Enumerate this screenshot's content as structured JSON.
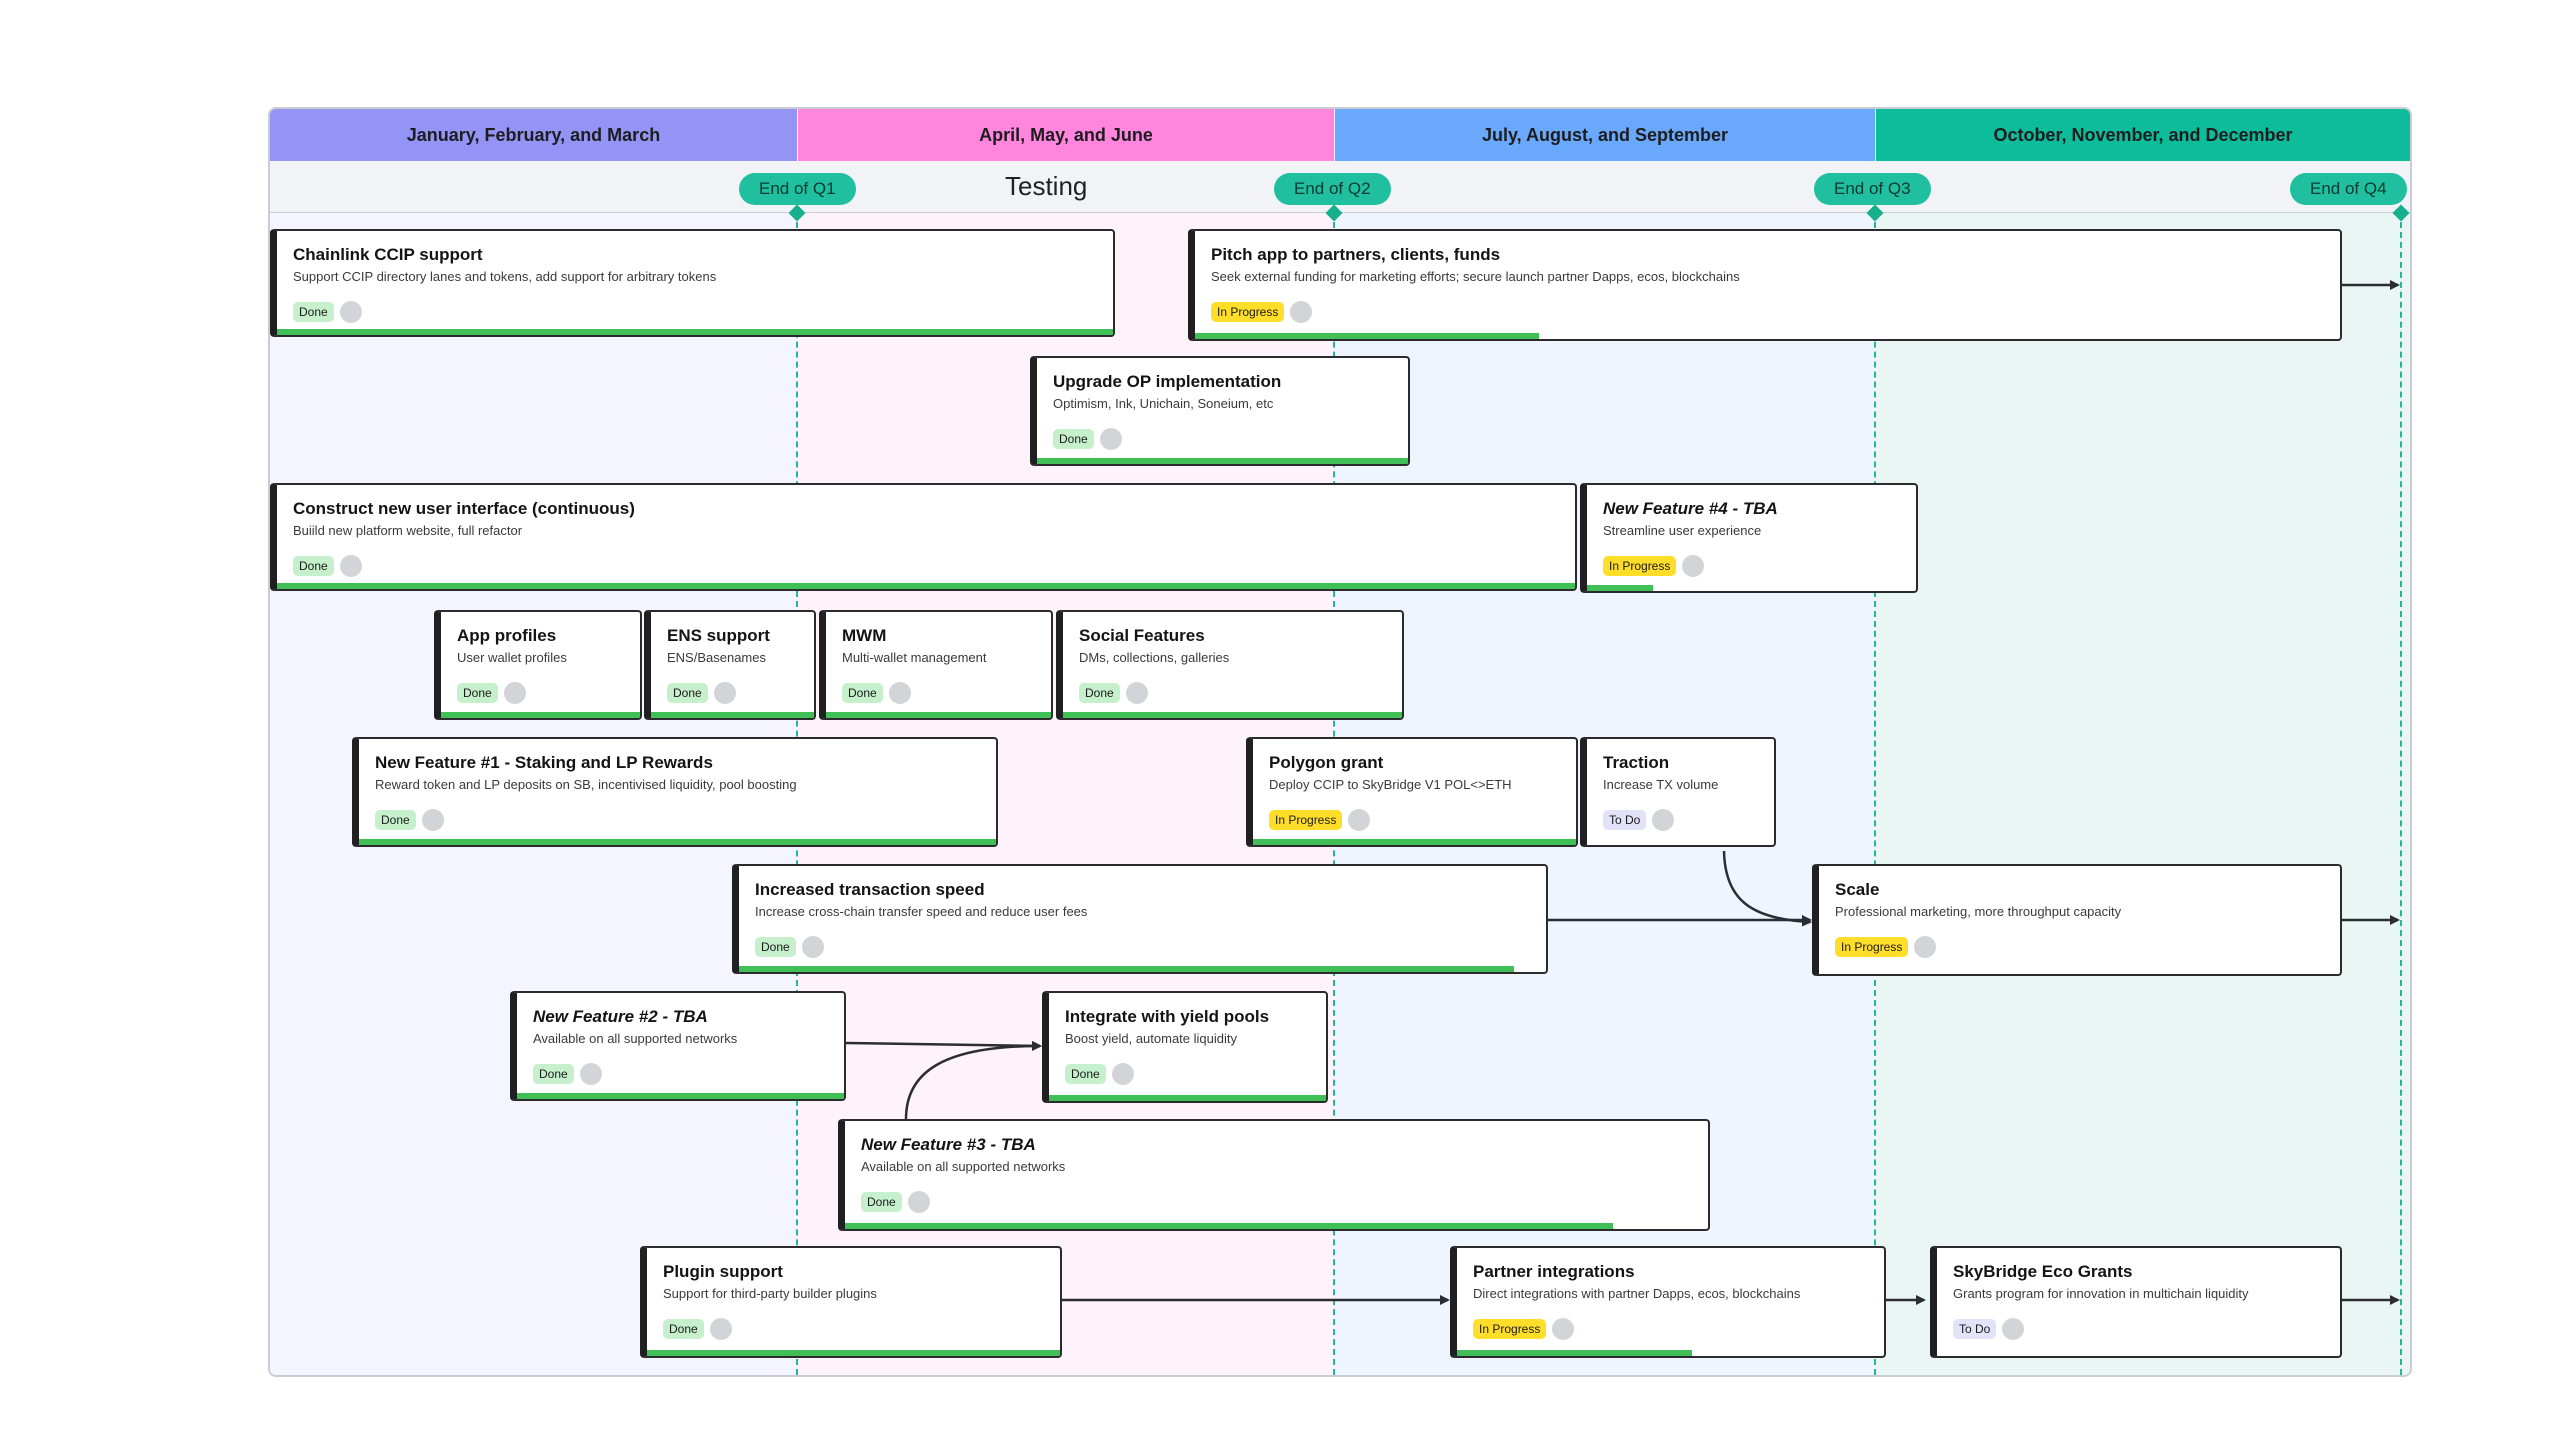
{
  "quarters": [
    {
      "label": "January, February, and March",
      "color": "#9494f7",
      "bg": "#f4f5fe"
    },
    {
      "label": "April, May, and June",
      "color": "#ff86dc",
      "bg": "#fff3fb"
    },
    {
      "label": "July, August, and September",
      "color": "#6aa8fb",
      "bg": "#eef5fe"
    },
    {
      "label": "October, November, and December",
      "color": "#0cbc9b",
      "bg": "#e9f6f3"
    }
  ],
  "strip_title": "Testing",
  "milestones": [
    "End of Q1",
    "End of Q2",
    "End of Q3",
    "End of Q4"
  ],
  "status_colors": {
    "Done": "#c6efcb",
    "In Progress": "#ffde29",
    "To Do": "#e2e2f9"
  },
  "cards": [
    {
      "title": "Chainlink CCIP support",
      "subtitle": "Support CCIP directory lanes and tokens, add support for arbitrary tokens",
      "status": "Done",
      "progress": 1.0
    },
    {
      "title": "Pitch app to partners, clients, funds",
      "subtitle": "Seek external funding for marketing efforts; secure launch partner Dapps, ecos, blockchains",
      "status": "In Progress",
      "progress": 0.3
    },
    {
      "title": "Upgrade OP implementation",
      "subtitle": "Optimism, Ink, Unichain, Soneium, etc",
      "status": "Done",
      "progress": 1.0
    },
    {
      "title": "Construct new user interface (continuous)",
      "subtitle": "Buiild new platform website, full refactor",
      "status": "Done",
      "progress": 1.0
    },
    {
      "title": "New Feature #4 - TBA",
      "subtitle": "Streamline user experience",
      "status": "In Progress",
      "progress": 0.2
    },
    {
      "title": "App profiles",
      "subtitle": "User wallet profiles",
      "status": "Done",
      "progress": 1.0
    },
    {
      "title": "ENS support",
      "subtitle": "ENS/Basenames",
      "status": "Done",
      "progress": 1.0
    },
    {
      "title": "MWM",
      "subtitle": "Multi-wallet management",
      "status": "Done",
      "progress": 1.0
    },
    {
      "title": "Social Features",
      "subtitle": "DMs, collections, galleries",
      "status": "Done",
      "progress": 1.0
    },
    {
      "title": "New Feature #1 - Staking and LP Rewards",
      "subtitle": "Reward token and LP deposits on SB, incentivised liquidity, pool boosting",
      "status": "Done",
      "progress": 1.0
    },
    {
      "title": "Polygon grant",
      "subtitle": "Deploy CCIP to SkyBridge V1 POL<>ETH",
      "status": "In Progress",
      "progress": 1.0
    },
    {
      "title": "Traction",
      "subtitle": "Increase TX volume",
      "status": "To Do",
      "progress": 0
    },
    {
      "title": "Increased transaction speed",
      "subtitle": "Increase cross-chain transfer speed and reduce user fees",
      "status": "Done",
      "progress": 0.96
    },
    {
      "title": "Scale",
      "subtitle": "Professional marketing, more throughput capacity",
      "status": "In Progress",
      "progress": 0
    },
    {
      "title": "New Feature #2 - TBA",
      "subtitle": "Available on all supported networks",
      "status": "Done",
      "progress": 1.0
    },
    {
      "title": "Integrate with yield pools",
      "subtitle": "Boost yield, automate liquidity",
      "status": "Done",
      "progress": 1.0
    },
    {
      "title": "New Feature #3 - TBA",
      "subtitle": "Available on all supported networks",
      "status": "Done",
      "progress": 0.89
    },
    {
      "title": "Plugin support",
      "subtitle": "Support for third-party builder plugins",
      "status": "Done",
      "progress": 1.0
    },
    {
      "title": "Partner integrations",
      "subtitle": "Direct integrations with partner Dapps, ecos, blockchains",
      "status": "In Progress",
      "progress": 0.55
    },
    {
      "title": "SkyBridge Eco Grants",
      "subtitle": "Grants program for innovation in multichain liquidity",
      "status": "To Do",
      "progress": 0
    }
  ]
}
